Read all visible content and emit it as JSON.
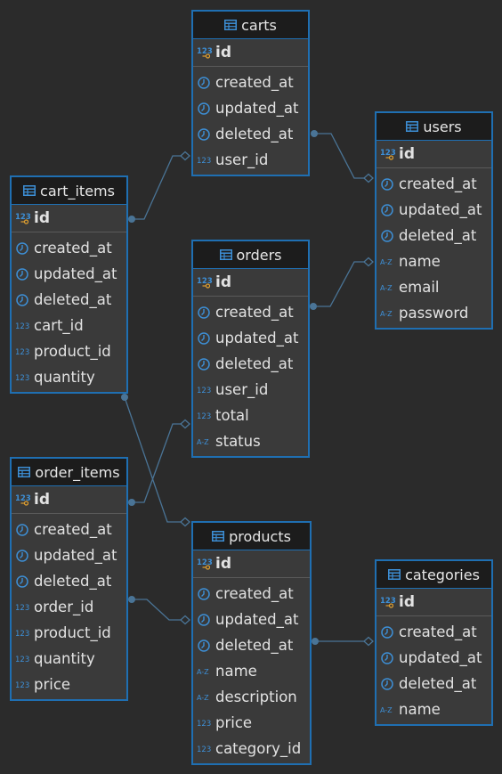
{
  "tables": {
    "carts": {
      "title": "carts",
      "pk": "id",
      "columns": [
        {
          "name": "created_at",
          "type": "timestamp"
        },
        {
          "name": "updated_at",
          "type": "timestamp"
        },
        {
          "name": "deleted_at",
          "type": "timestamp"
        },
        {
          "name": "user_id",
          "type": "number"
        }
      ]
    },
    "users": {
      "title": "users",
      "pk": "id",
      "columns": [
        {
          "name": "created_at",
          "type": "timestamp"
        },
        {
          "name": "updated_at",
          "type": "timestamp"
        },
        {
          "name": "deleted_at",
          "type": "timestamp"
        },
        {
          "name": "name",
          "type": "text"
        },
        {
          "name": "email",
          "type": "text"
        },
        {
          "name": "password",
          "type": "text"
        }
      ]
    },
    "cart_items": {
      "title": "cart_items",
      "pk": "id",
      "columns": [
        {
          "name": "created_at",
          "type": "timestamp"
        },
        {
          "name": "updated_at",
          "type": "timestamp"
        },
        {
          "name": "deleted_at",
          "type": "timestamp"
        },
        {
          "name": "cart_id",
          "type": "number"
        },
        {
          "name": "product_id",
          "type": "number"
        },
        {
          "name": "quantity",
          "type": "number"
        }
      ]
    },
    "orders": {
      "title": "orders",
      "pk": "id",
      "columns": [
        {
          "name": "created_at",
          "type": "timestamp"
        },
        {
          "name": "updated_at",
          "type": "timestamp"
        },
        {
          "name": "deleted_at",
          "type": "timestamp"
        },
        {
          "name": "user_id",
          "type": "number"
        },
        {
          "name": "total",
          "type": "number"
        },
        {
          "name": "status",
          "type": "text"
        }
      ]
    },
    "order_items": {
      "title": "order_items",
      "pk": "id",
      "columns": [
        {
          "name": "created_at",
          "type": "timestamp"
        },
        {
          "name": "updated_at",
          "type": "timestamp"
        },
        {
          "name": "deleted_at",
          "type": "timestamp"
        },
        {
          "name": "order_id",
          "type": "number"
        },
        {
          "name": "product_id",
          "type": "number"
        },
        {
          "name": "quantity",
          "type": "number"
        },
        {
          "name": "price",
          "type": "number"
        }
      ]
    },
    "products": {
      "title": "products",
      "pk": "id",
      "columns": [
        {
          "name": "created_at",
          "type": "timestamp"
        },
        {
          "name": "updated_at",
          "type": "timestamp"
        },
        {
          "name": "deleted_at",
          "type": "timestamp"
        },
        {
          "name": "name",
          "type": "text"
        },
        {
          "name": "description",
          "type": "text"
        },
        {
          "name": "price",
          "type": "number"
        },
        {
          "name": "category_id",
          "type": "number"
        }
      ]
    },
    "categories": {
      "title": "categories",
      "pk": "id",
      "columns": [
        {
          "name": "created_at",
          "type": "timestamp"
        },
        {
          "name": "updated_at",
          "type": "timestamp"
        },
        {
          "name": "deleted_at",
          "type": "timestamp"
        },
        {
          "name": "name",
          "type": "text"
        }
      ]
    }
  },
  "relations": [
    {
      "from": "carts.user_id",
      "to": "users.id"
    },
    {
      "from": "cart_items.cart_id",
      "to": "carts.id"
    },
    {
      "from": "cart_items.product_id",
      "to": "products.id"
    },
    {
      "from": "orders.user_id",
      "to": "users.id"
    },
    {
      "from": "order_items.order_id",
      "to": "orders.id"
    },
    {
      "from": "order_items.product_id",
      "to": "products.id"
    },
    {
      "from": "products.category_id",
      "to": "categories.id"
    }
  ],
  "colors": {
    "background": "#2b2b2b",
    "table_border": "#1f6fb2",
    "header_bg": "#1c1c1c",
    "connector": "#4a7496",
    "icon_blue": "#3d8fd6",
    "key_orange": "#e0a030"
  },
  "icons": {
    "table": "table-icon",
    "timestamp": "clock-icon",
    "number": "numeric-123-icon",
    "text": "alpha-az-icon",
    "pk": "primary-key-icon"
  }
}
